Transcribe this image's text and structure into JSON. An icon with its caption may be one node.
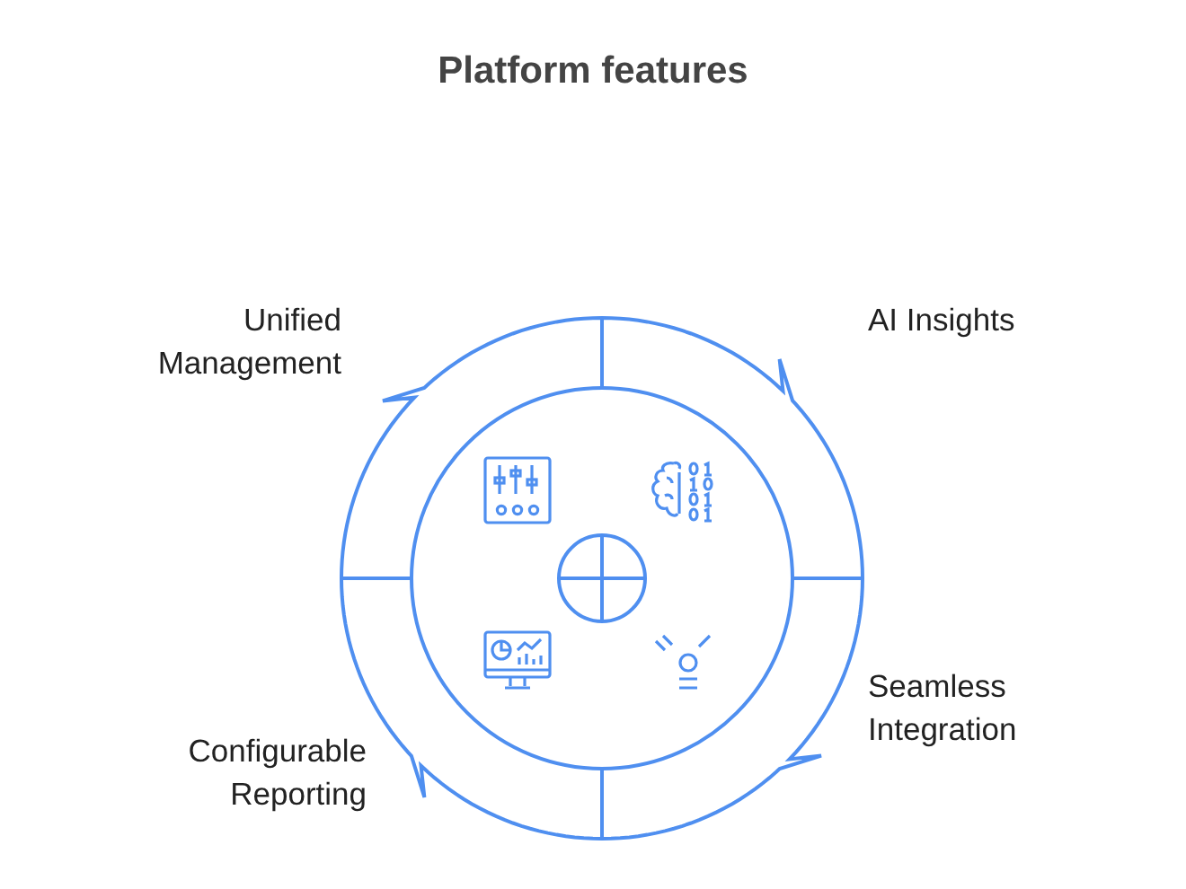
{
  "diagram": {
    "title": "Platform features",
    "nodes": [
      {
        "text": [
          "Unified Management"
        ]
      },
      {
        "text": [
          "AI Insights"
        ]
      },
      {
        "text": [
          "Seamless Integration"
        ]
      },
      {
        "text": [
          "Configurable Reporting"
        ]
      }
    ]
  }
}
